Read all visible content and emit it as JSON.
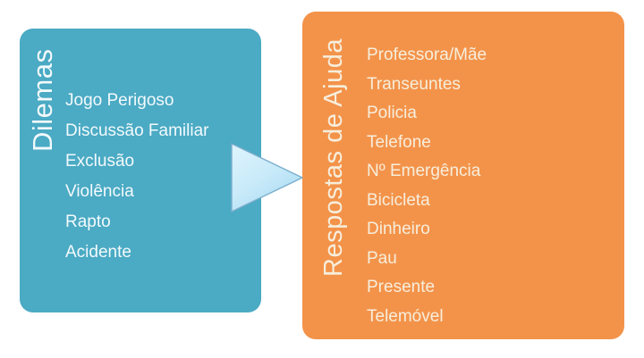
{
  "colors": {
    "background": "#ffffff",
    "left_box": "#4BAAC4",
    "right_box": "#F3934A",
    "left_text": "#F2FAFC",
    "right_text": "#F7EEDC",
    "arrow_fill_light": "#DDF2FC",
    "arrow_fill_dark": "#A9DAF2",
    "arrow_border": "#7BAECC"
  },
  "left_panel": {
    "title": "Dilemas",
    "items": [
      "Jogo Perigoso",
      "Discussão Familiar",
      "Exclusão",
      "Violência",
      "Rapto",
      "Acidente"
    ]
  },
  "right_panel": {
    "title": "Respostas de Ajuda",
    "items": [
      "Professora/Mãe",
      "Transeuntes",
      "Policia",
      "Telefone",
      "Nº Emergência",
      "Bicicleta",
      "Dinheiro",
      "Pau",
      "Presente",
      "Telemóvel"
    ]
  }
}
